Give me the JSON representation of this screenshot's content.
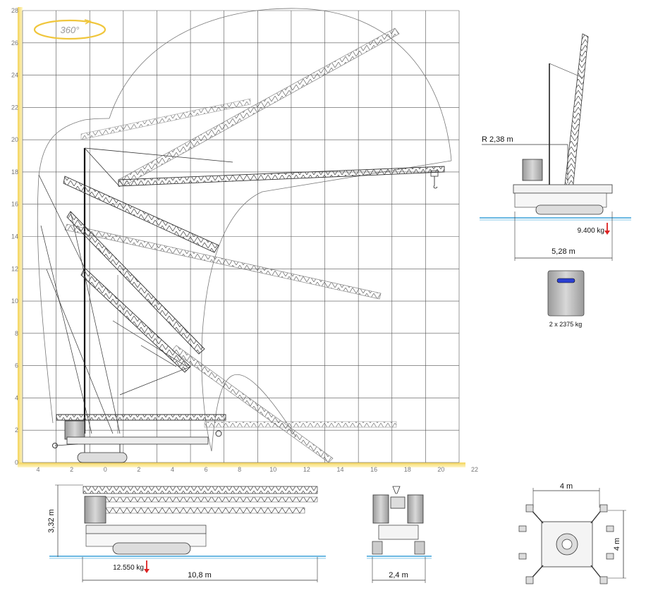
{
  "badge": {
    "text": "360°"
  },
  "range_chart": {
    "y_ticks": [
      "0",
      "2",
      "4",
      "6",
      "8",
      "10",
      "12",
      "14",
      "16",
      "18",
      "20",
      "22",
      "24",
      "26",
      "28"
    ],
    "x_ticks": [
      "4",
      "2",
      "0",
      "2",
      "4",
      "6",
      "8",
      "10",
      "12",
      "14",
      "16",
      "18",
      "20",
      "22"
    ]
  },
  "side_view": {
    "radius_label": "R 2,38 m",
    "weight_label": "9.400 kg",
    "width_label": "5,28 m"
  },
  "counterweight": {
    "label": "2 x 2375 kg"
  },
  "transport_view": {
    "height_label": "3,32 m",
    "weight_label": "12.550 kg",
    "length_label": "10,8 m"
  },
  "front_view": {
    "width_label": "2,4 m"
  },
  "outrigger_view": {
    "width_label": "4 m",
    "depth_label": "4 m"
  }
}
